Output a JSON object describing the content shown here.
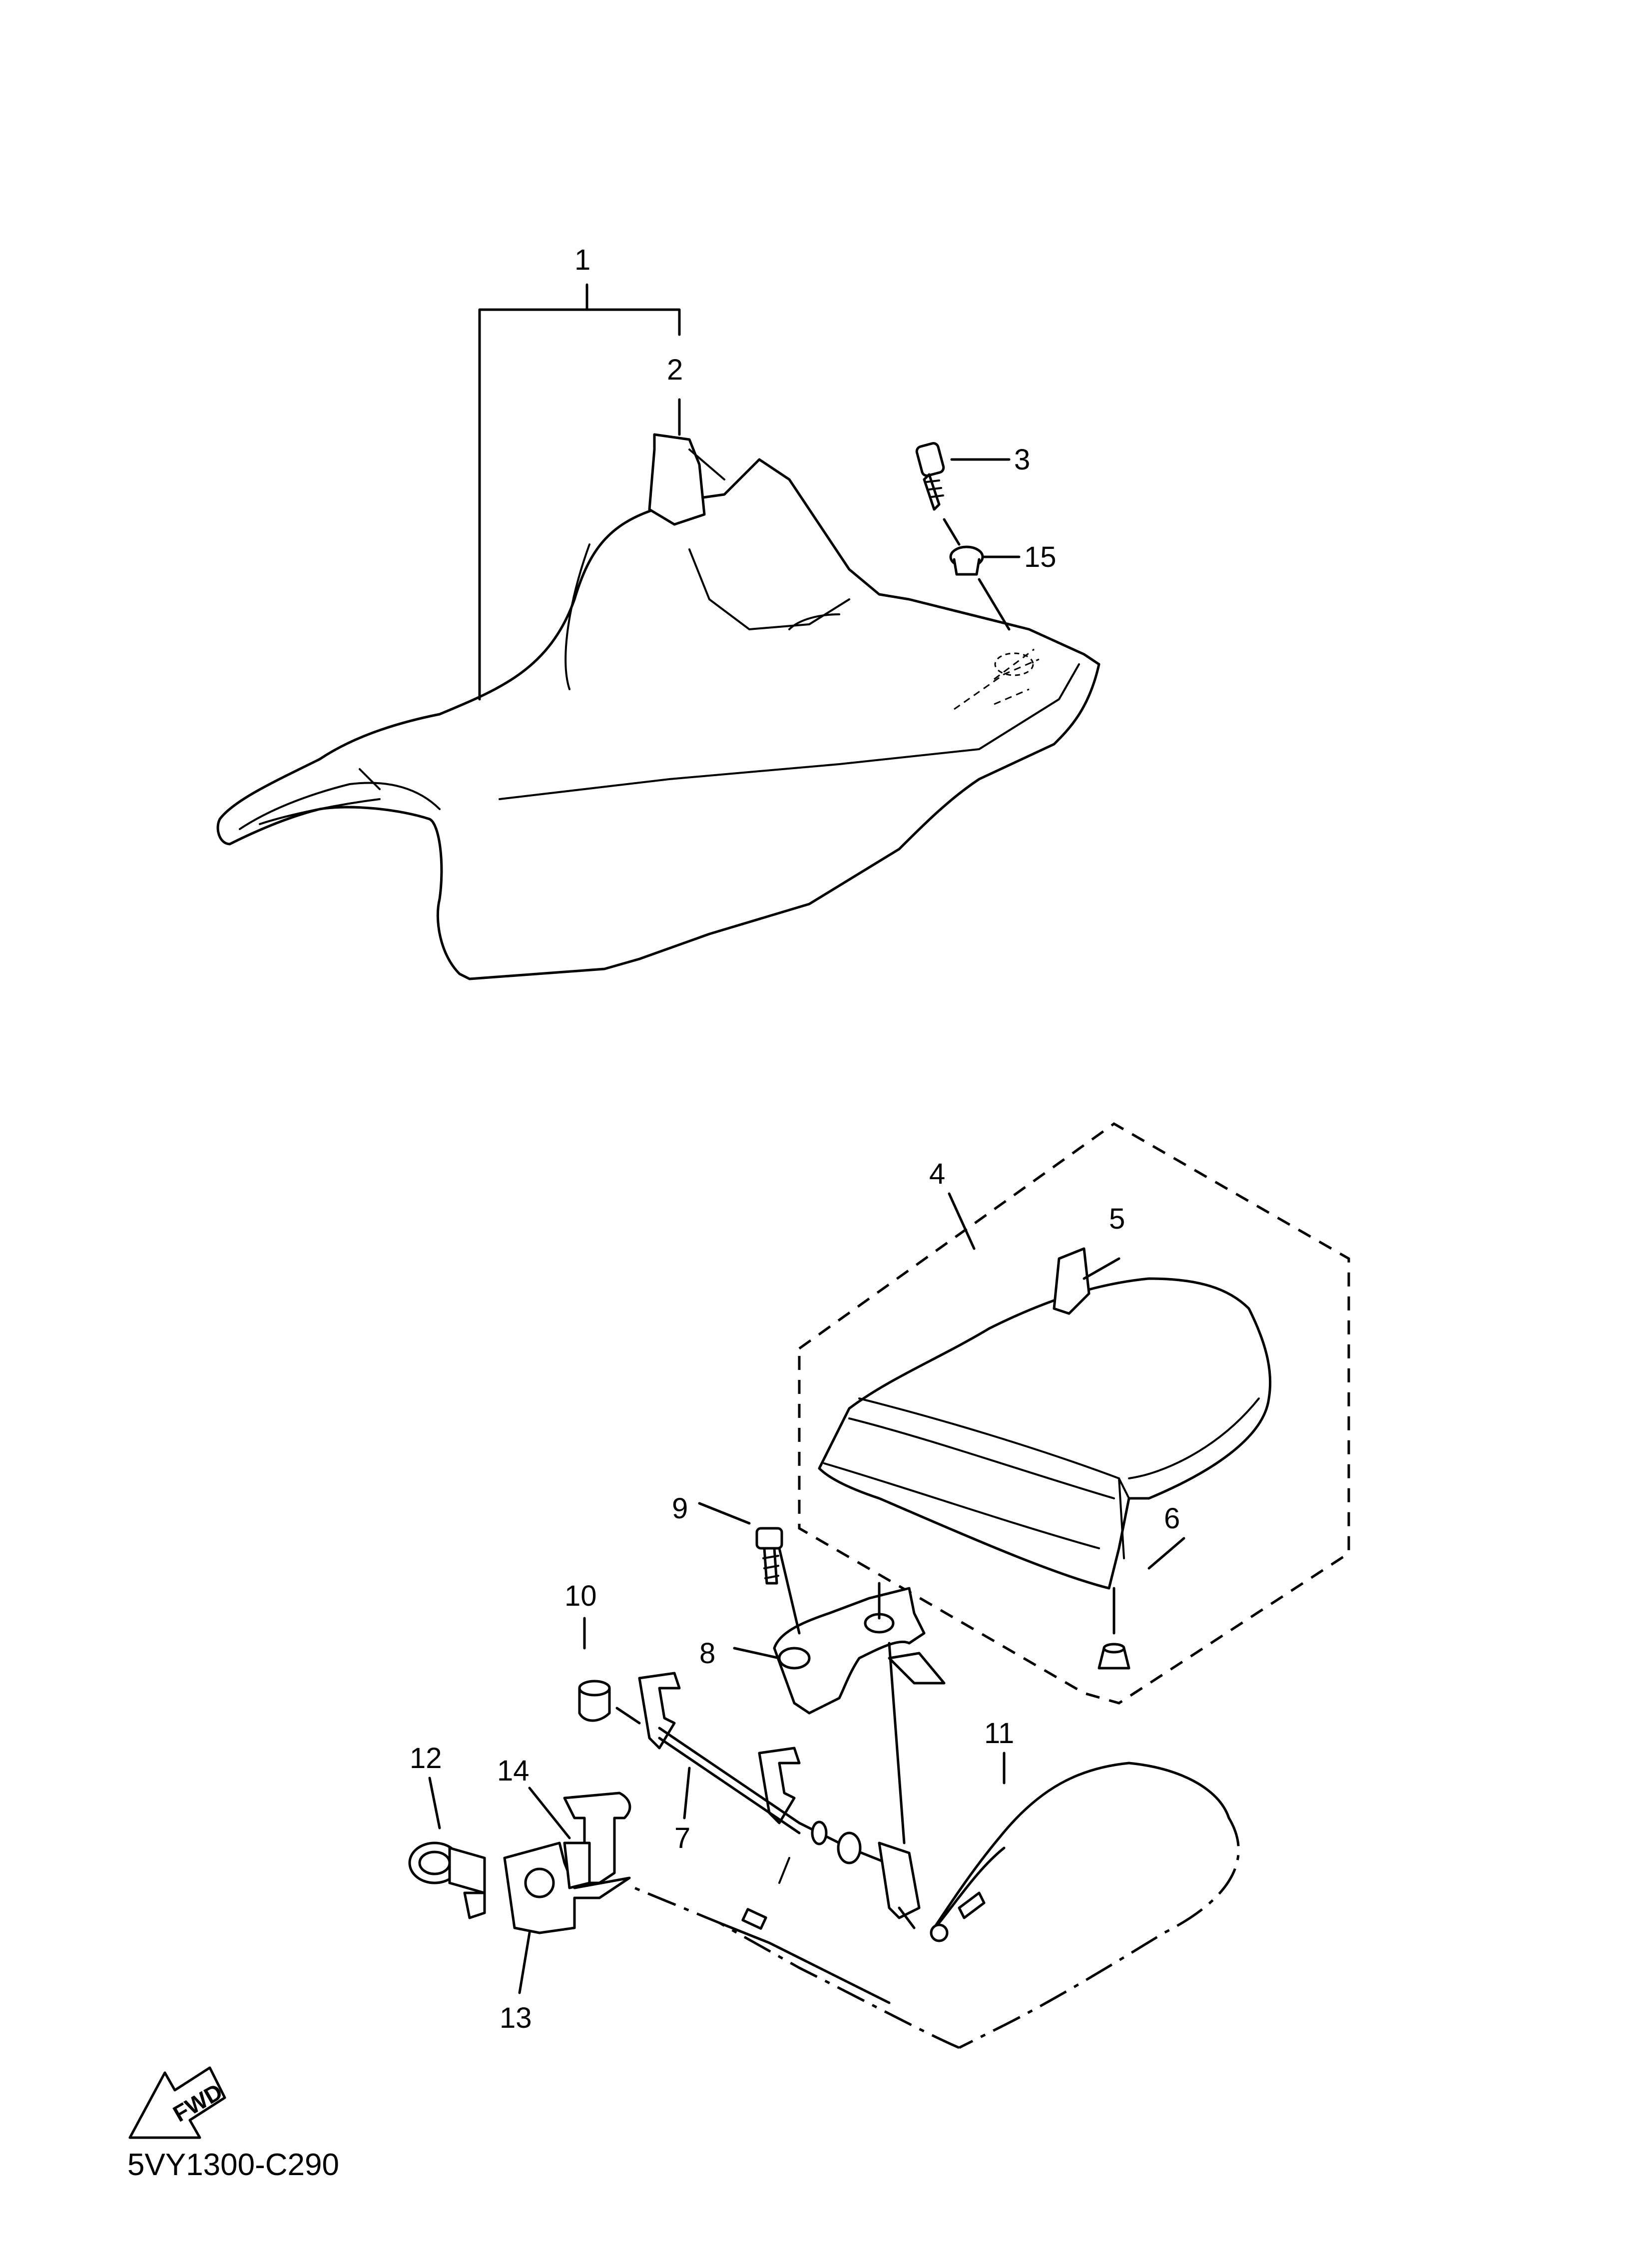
{
  "callouts": [
    {
      "id": "1",
      "text": "1"
    },
    {
      "id": "2",
      "text": "2"
    },
    {
      "id": "3",
      "text": "3"
    },
    {
      "id": "15",
      "text": "15"
    },
    {
      "id": "4",
      "text": "4"
    },
    {
      "id": "5",
      "text": "5"
    },
    {
      "id": "6",
      "text": "6"
    },
    {
      "id": "9",
      "text": "9"
    },
    {
      "id": "10",
      "text": "10"
    },
    {
      "id": "8",
      "text": "8"
    },
    {
      "id": "11",
      "text": "11"
    },
    {
      "id": "12",
      "text": "12"
    },
    {
      "id": "14",
      "text": "14"
    },
    {
      "id": "7",
      "text": "7"
    },
    {
      "id": "13",
      "text": "13"
    }
  ],
  "fwd_label": "FWD",
  "diagram_code": "5VY1300-C290",
  "icons": [
    "fwd-arrow-icon"
  ]
}
